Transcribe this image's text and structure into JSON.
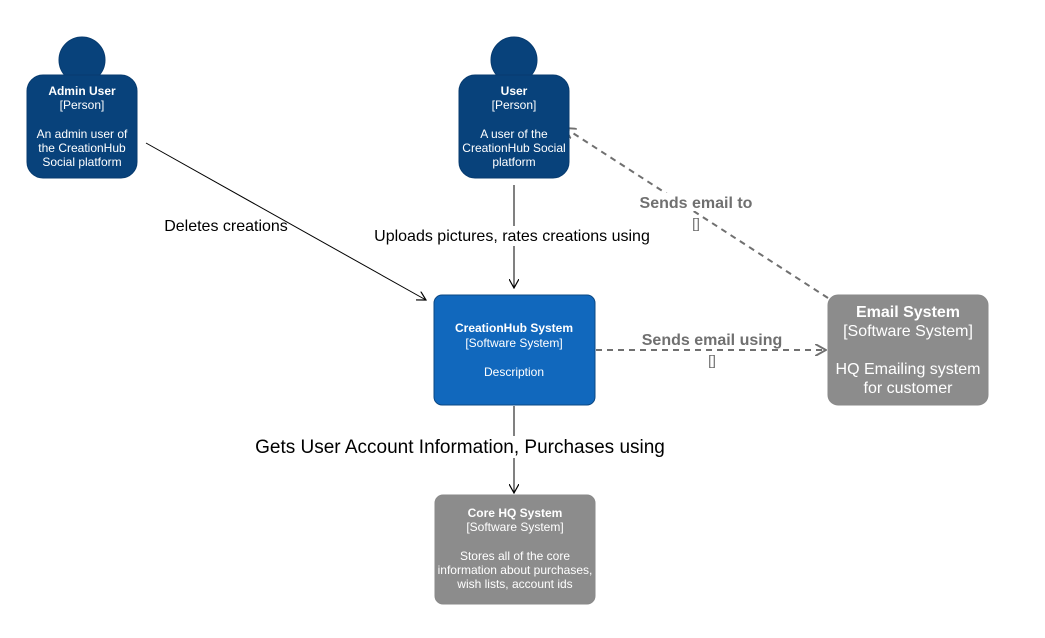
{
  "colors": {
    "person": "#08427b",
    "person_stroke": "#073b6f",
    "system": "#1168bd",
    "system_stroke": "#0b4884",
    "external": "#8c8c8c",
    "external_stroke": "#8a8a8a",
    "edge": "#000000",
    "edge_dashed": "#707070",
    "text_light": "#ffffff",
    "text_dark": "#000000",
    "text_gray": "#707070"
  },
  "nodes": {
    "admin_user": {
      "title": "Admin User",
      "kind": "[Person]",
      "desc_1": "An admin user of",
      "desc_2": "the CreationHub",
      "desc_3": "Social platform",
      "icon": "person-icon"
    },
    "user": {
      "title": "User",
      "kind": "[Person]",
      "desc_1": "A user of the",
      "desc_2": "CreationHub Social",
      "desc_3": "platform",
      "icon": "person-icon"
    },
    "creationhub": {
      "title": "CreationHub System",
      "kind": "[Software System]",
      "desc_1": "Description"
    },
    "email": {
      "title": "Email System",
      "kind": "[Software System]",
      "desc_1": "HQ Emailing system",
      "desc_2": "for customer"
    },
    "core": {
      "title": "Core HQ System",
      "kind": "[Software System]",
      "desc_1": "Stores all of the core",
      "desc_2": "information about purchases,",
      "desc_3": "wish lists, account ids"
    }
  },
  "edges": {
    "admin_to_system": {
      "label": "Deletes creations"
    },
    "user_to_system": {
      "label": "Uploads pictures, rates creations using"
    },
    "email_to_user": {
      "label": "Sends email to",
      "tech": "[]"
    },
    "system_to_email": {
      "label": "Sends email using",
      "tech": "[]"
    },
    "system_to_core": {
      "label": "Gets User Account Information, Purchases using"
    }
  }
}
